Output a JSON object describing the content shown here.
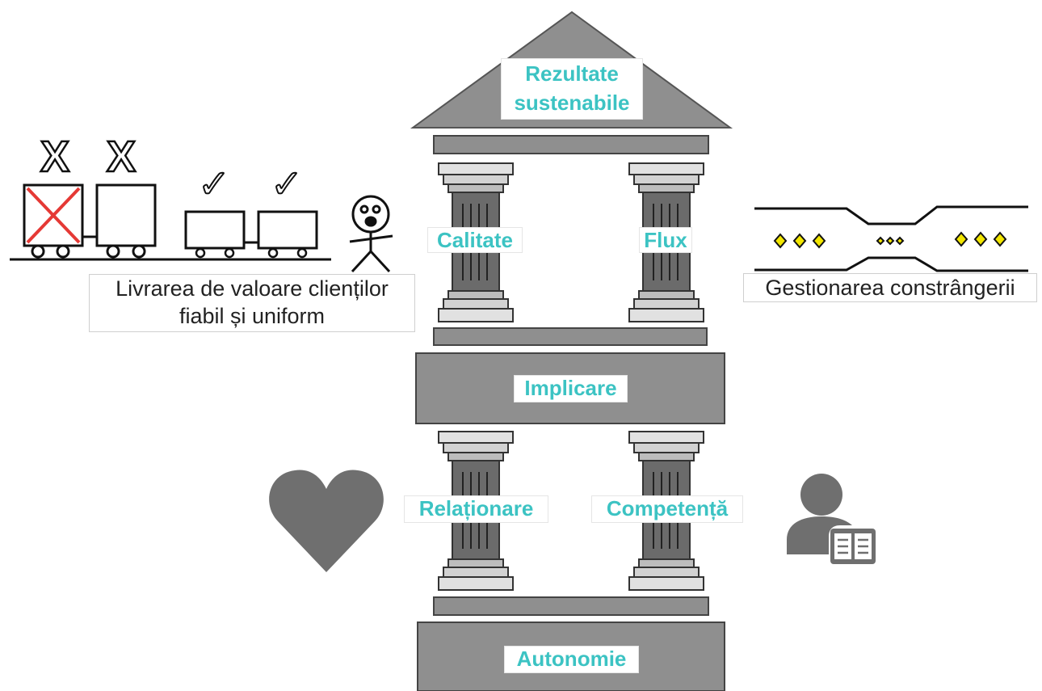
{
  "diagram": {
    "roof_title_line1": "Rezultate",
    "roof_title_line2": "sustenabile",
    "upper_pillars": {
      "left_label": "Calitate",
      "right_label": "Flux"
    },
    "middle_beam_label": "Implicare",
    "lower_pillars": {
      "left_label": "Relaționare",
      "right_label": "Competență"
    },
    "base_label": "Autonomie"
  },
  "left_illustration": {
    "caption_line1": "Livrarea de valoare clienților",
    "caption_line2": "fiabil și uniform",
    "reject_marks": [
      "X",
      "X"
    ],
    "accept_marks": [
      "✓",
      "✓"
    ]
  },
  "right_illustration": {
    "caption": "Gestionarea constrângerii"
  },
  "colors": {
    "label_teal": "#3cc3c3",
    "stone_gray": "#909090",
    "stone_dark": "#6b6b6b",
    "icon_gray": "#6f6f6f",
    "reject_red": "#e53935",
    "diamond_yellow": "#f2e600"
  }
}
